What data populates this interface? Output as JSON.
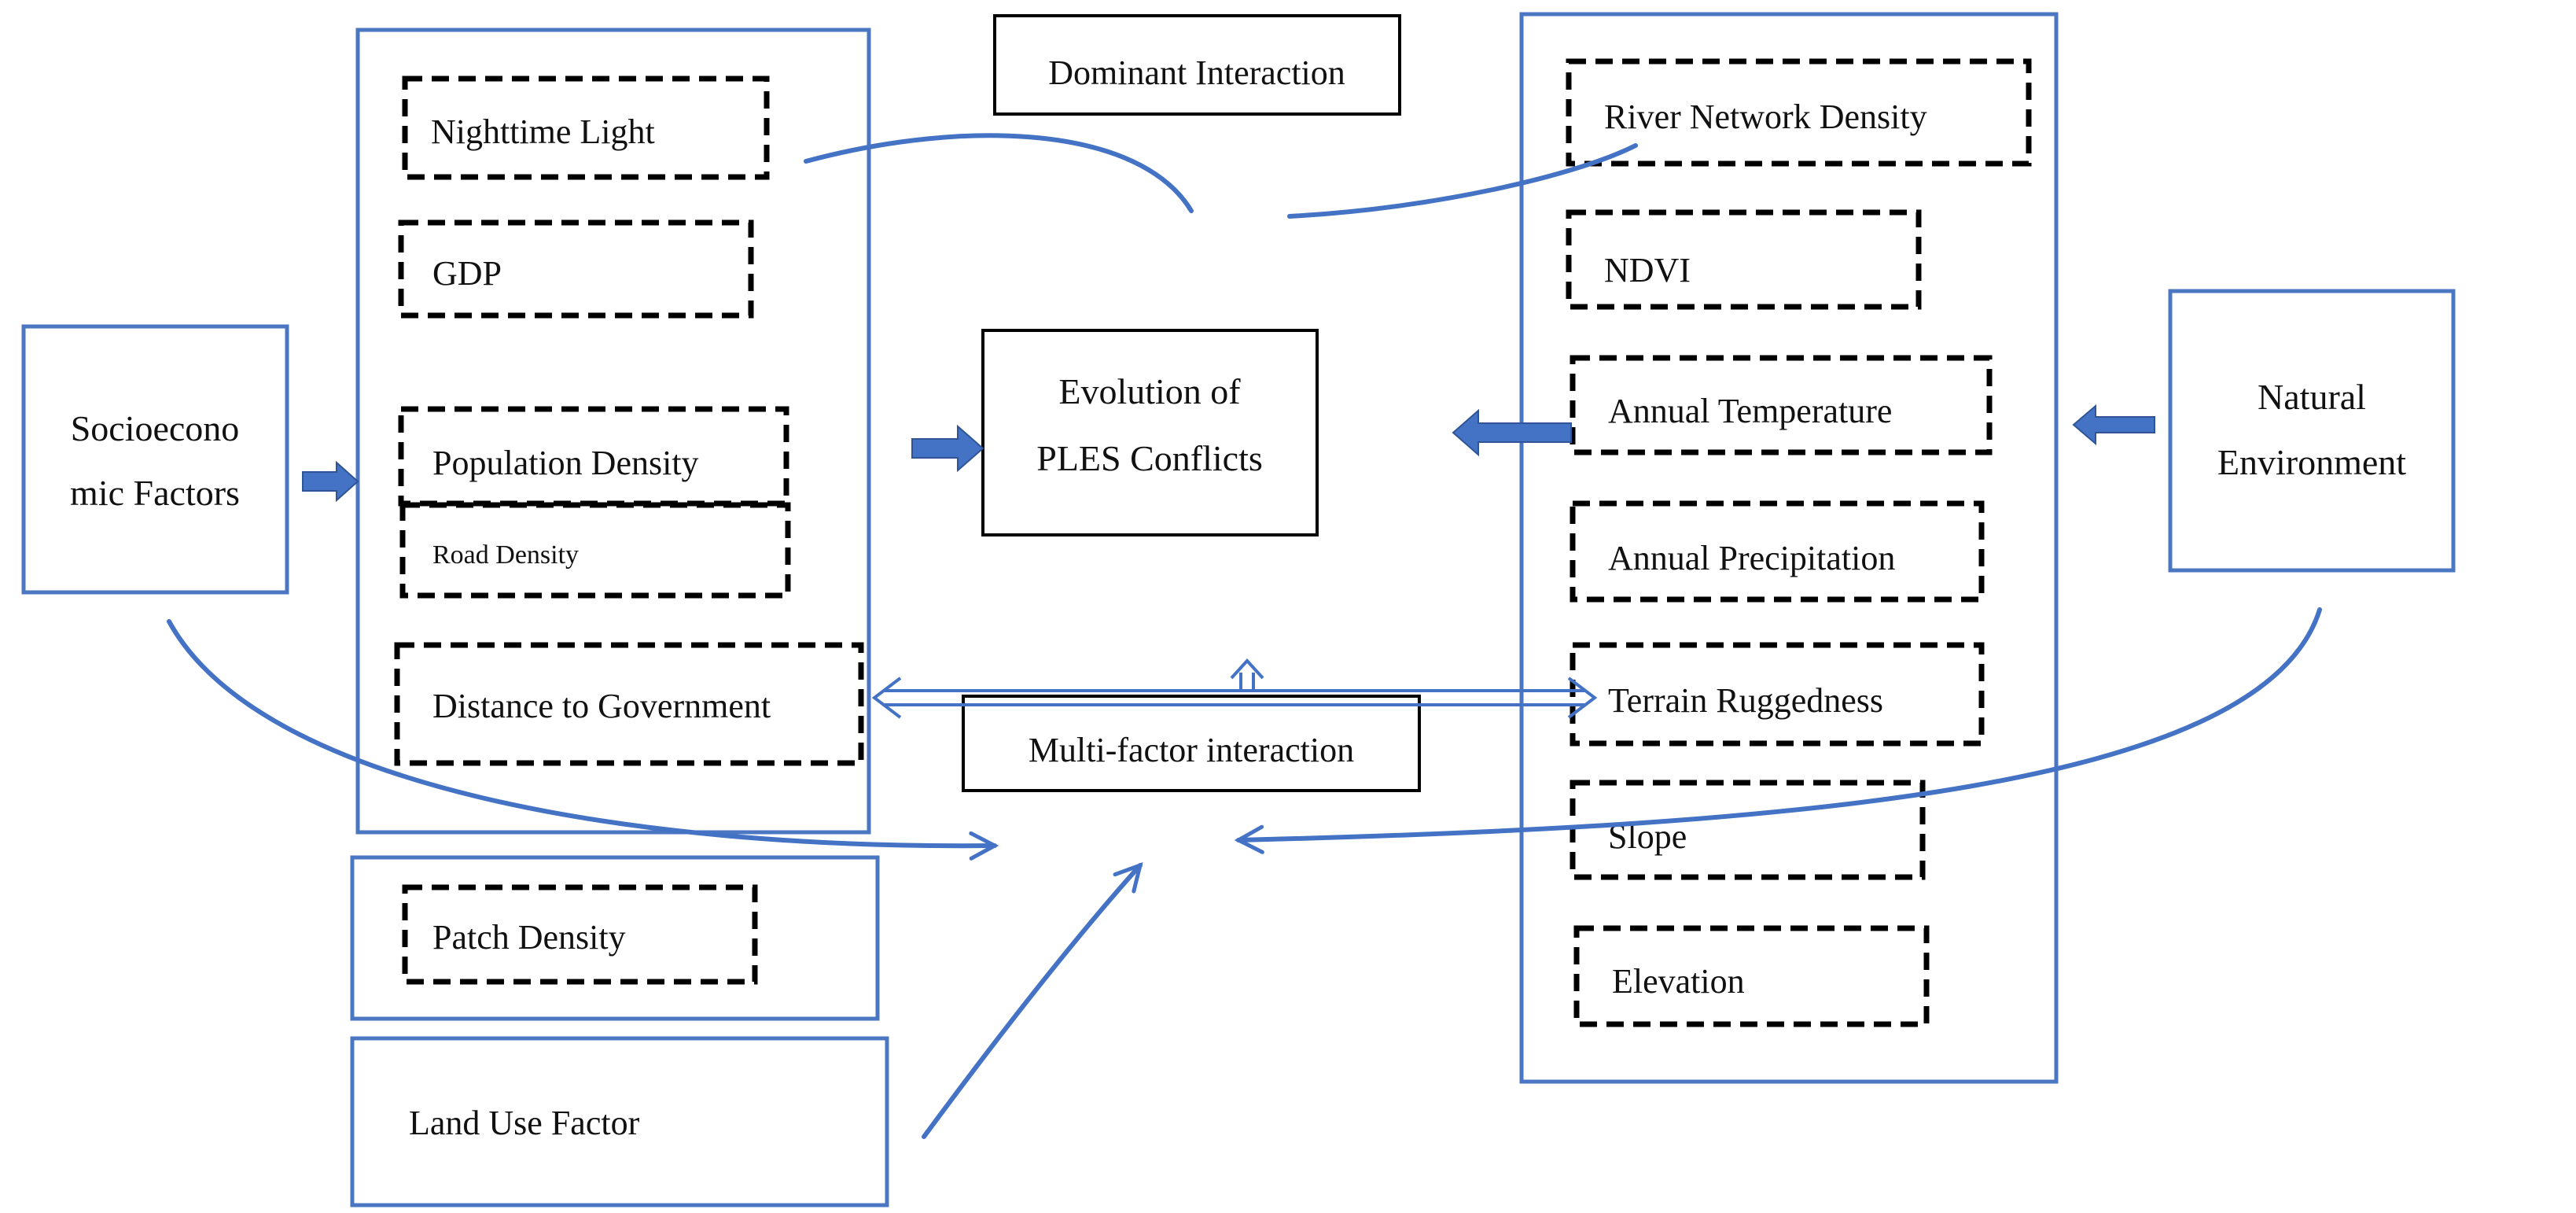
{
  "title_box": "Dominant Interaction",
  "center": {
    "evolution_line1": "Evolution of",
    "evolution_line2": "PLES Conflicts",
    "multi_factor": "Multi-factor interaction"
  },
  "socioeconomic": {
    "label_line1": "Socioecono",
    "label_line2": "mic Factors",
    "factors": [
      "Nighttime Light",
      "GDP",
      "Population Density",
      "Road Density",
      "Distance to Government"
    ]
  },
  "land_use": {
    "factor": "Patch Density",
    "label": "Land Use Factor"
  },
  "natural": {
    "label_line1": "Natural",
    "label_line2": "Environment",
    "factors": [
      "River Network Density",
      "NDVI",
      "Annual Temperature",
      "Annual Precipitation",
      "Terrain Ruggedness",
      "Slope",
      "Elevation"
    ]
  },
  "colors": {
    "connector": "#4472C4",
    "frame": "#4A76C2",
    "dashed_box": "#000000"
  }
}
